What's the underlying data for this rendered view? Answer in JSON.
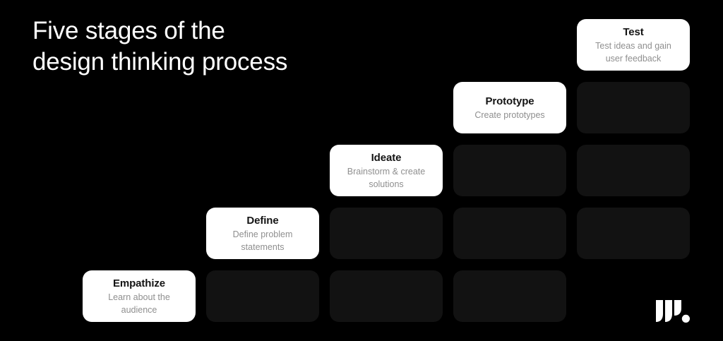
{
  "slide": {
    "title_line1": "Five stages of the",
    "title_line2": "design thinking process"
  },
  "stages": [
    {
      "name": "Empathize",
      "description": "Learn about the audience",
      "column": 1,
      "row": 5
    },
    {
      "name": "Define",
      "description": "Define problem statements",
      "column": 2,
      "row": 4
    },
    {
      "name": "Ideate",
      "description": "Brainstorm & create solutions",
      "column": 3,
      "row": 3
    },
    {
      "name": "Prototype",
      "description": "Create prototypes",
      "column": 4,
      "row": 2
    },
    {
      "name": "Test",
      "description": "Test ideas and gain user feedback",
      "column": 5,
      "row": 1
    }
  ],
  "placeholder_cells": [
    {
      "column": 5,
      "row": 2
    },
    {
      "column": 4,
      "row": 3
    },
    {
      "column": 5,
      "row": 3
    },
    {
      "column": 3,
      "row": 4
    },
    {
      "column": 4,
      "row": 4
    },
    {
      "column": 5,
      "row": 4
    },
    {
      "column": 2,
      "row": 5
    },
    {
      "column": 3,
      "row": 5
    },
    {
      "column": 4,
      "row": 5
    }
  ],
  "logo": {
    "icon": "w-exclamation-logo"
  },
  "colors": {
    "background": "#000000",
    "card_white": "#ffffff",
    "card_dark": "#121212",
    "title_text": "#ffffff",
    "stage_name_text": "#141414",
    "stage_description_text": "#8f8f8f"
  }
}
